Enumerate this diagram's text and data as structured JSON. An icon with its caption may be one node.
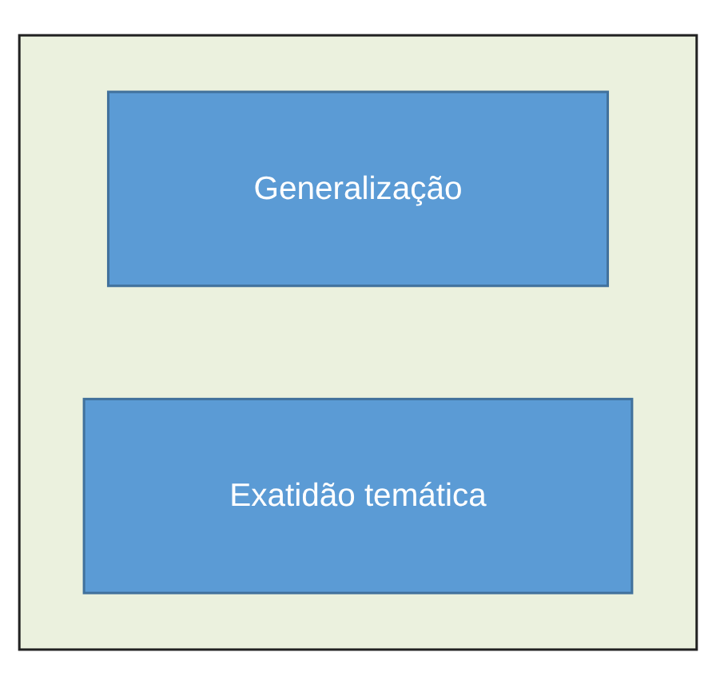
{
  "diagram": {
    "nodes": [
      {
        "text": [],
        "shape": "box"
      },
      {
        "text": [
          "Generalização"
        ],
        "in": 0
      },
      {
        "text": [
          "Exatidão temática"
        ],
        "in": 0
      }
    ]
  }
}
